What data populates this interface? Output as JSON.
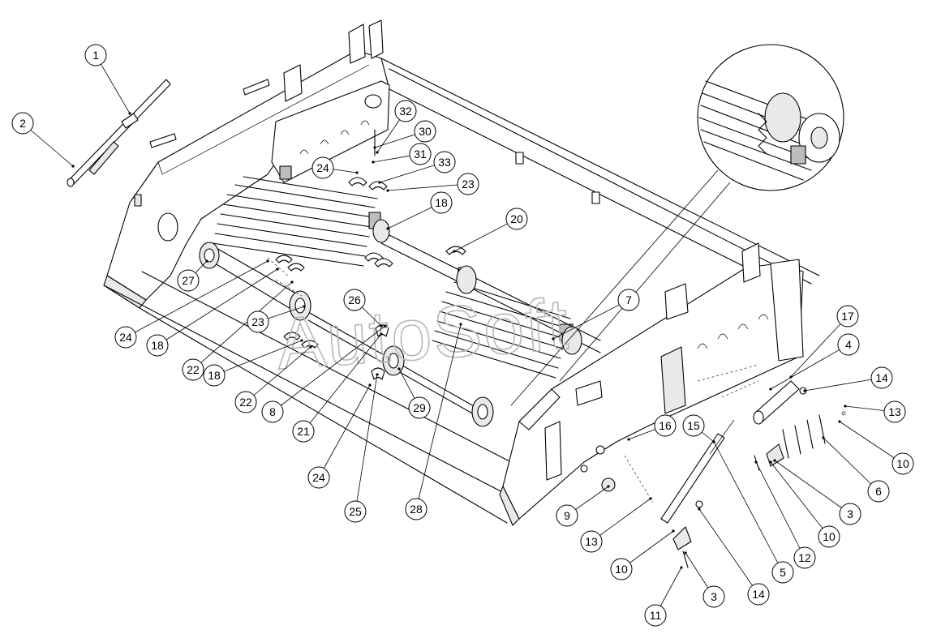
{
  "watermark": "AutoSoft",
  "callouts": [
    "1",
    "2",
    "32",
    "30",
    "31",
    "24",
    "33",
    "23",
    "18",
    "20",
    "27",
    "24",
    "18",
    "22",
    "23",
    "26",
    "18",
    "22",
    "8",
    "21",
    "29",
    "24",
    "25",
    "28",
    "7",
    "17",
    "4",
    "14",
    "13",
    "16",
    "15",
    "10",
    "9",
    "6",
    "3",
    "10",
    "12",
    "13",
    "10",
    "5",
    "14",
    "3",
    "11"
  ]
}
